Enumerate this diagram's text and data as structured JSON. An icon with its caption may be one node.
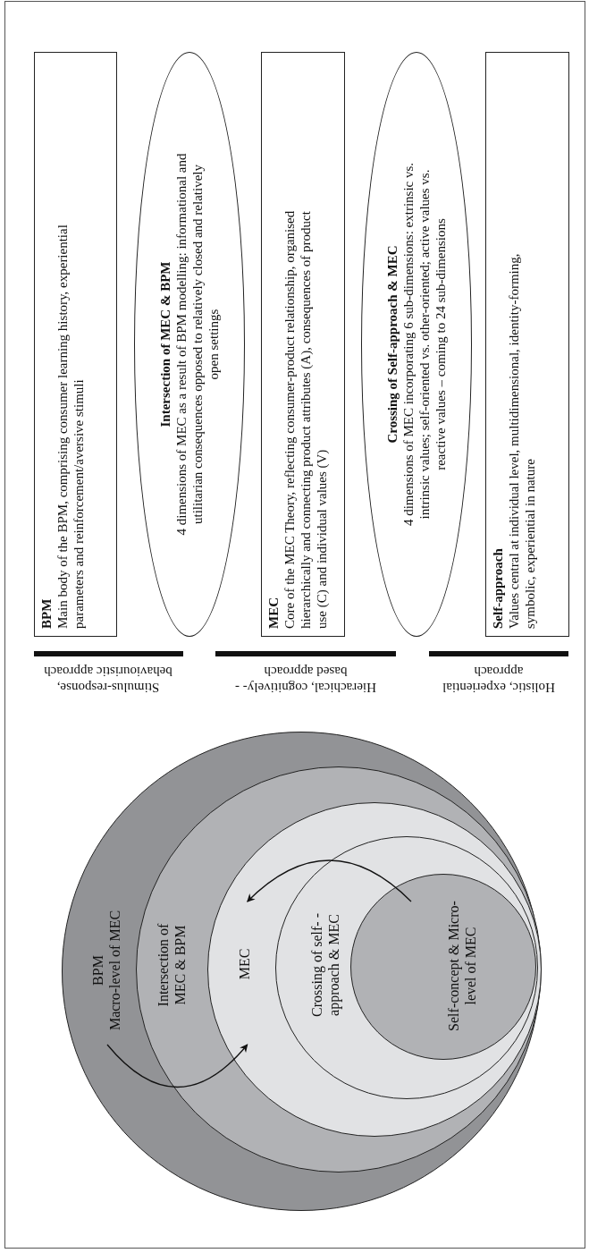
{
  "diagram": {
    "nodes": [
      {
        "text": [
          "BPM",
          "Main body of the BPM, comprising consumer learning history, experiential parameters and reinforcement/aversive stimuli"
        ]
      },
      {
        "text": [
          "Intersection of MEC & BPM",
          "4 dimensions of MEC as a result of BPM modelling: informational and utilitarian consequences opposed to relatively closed and relatively open settings"
        ]
      },
      {
        "text": [
          "MEC",
          "Core of the MEC Theory, reflecting consumer-product relationship, organised hierarchically and connecting product attributes (A), consequences of product use (C) and individual values (V)"
        ]
      },
      {
        "text": [
          "Crossing of Self-approach & MEC",
          "4 dimensions of MEC incorporating 6 sub-dimensions: extrinsic vs. intrinsic values; self-oriented vs. other-oriented; active values vs. reactive values – coming to 24 sub-dimensions"
        ]
      },
      {
        "text": [
          "Self-approach",
          "Values central at individual level, multidimensional, identity-forming, symbolic, experiential in nature"
        ]
      },
      {
        "text": [
          "BPM",
          "Macro-level of MEC"
        ]
      },
      {
        "text": [
          "Intersection of MEC & BPM"
        ],
        "in": 5
      },
      {
        "text": [
          "MEC"
        ],
        "in": 6
      },
      {
        "text": [
          "Crossing of self- -approach & MEC"
        ],
        "in": 7
      },
      {
        "text": [
          "Self-concept & Micro-level of MEC"
        ],
        "in": 8
      }
    ],
    "edges": [
      {
        "from": 5,
        "to": 7,
        "arrow": "to"
      },
      {
        "from": 9,
        "to": 7,
        "arrow": "to"
      }
    ],
    "labels": [
      "Stimulus-response, behaviouristic approach",
      "Hierachical, cognitively- -based approach",
      "Holistic, experiential approach"
    ]
  }
}
